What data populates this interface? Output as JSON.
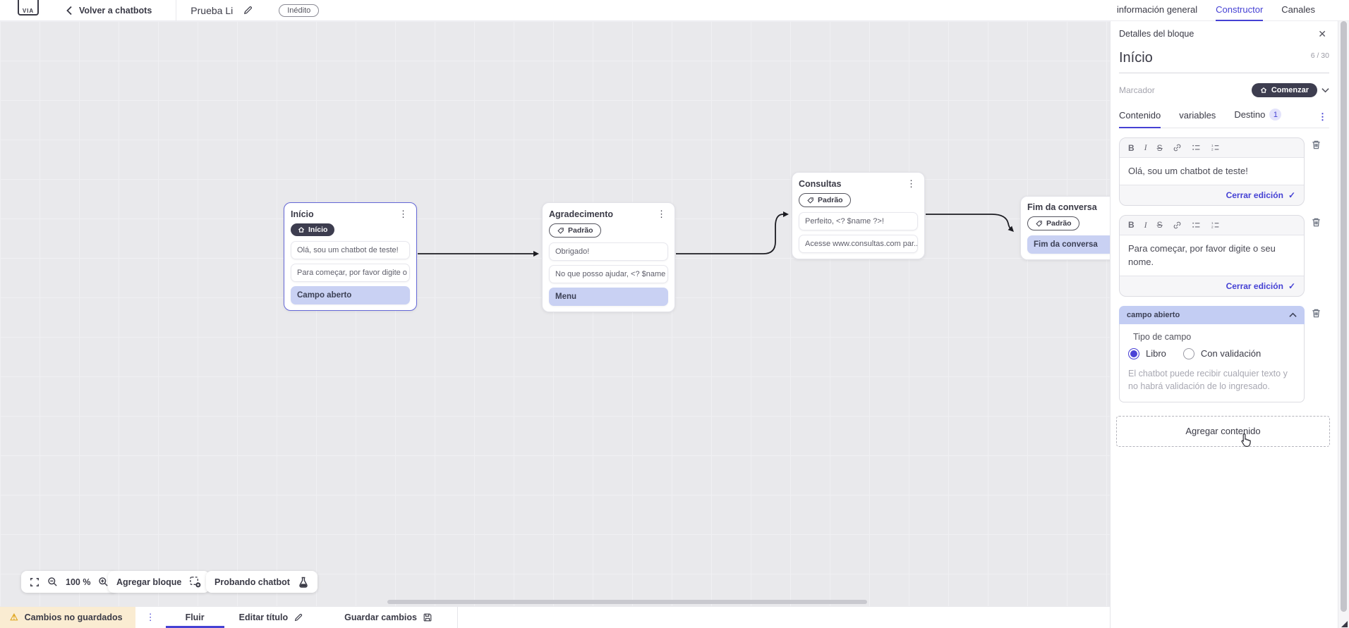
{
  "topbar": {
    "logo": "VIA",
    "back_label": "Volver a chatbots",
    "title": "Prueba Li",
    "status_badge": "Inédito",
    "tabs": [
      {
        "label": "información general"
      },
      {
        "label": "Constructor"
      },
      {
        "label": "Canales"
      }
    ]
  },
  "canvas": {
    "blocks": [
      {
        "title": "Início",
        "badge_label": "Início",
        "cards": [
          "Olá, sou um chatbot de teste!",
          "Para começar, por favor digite o ...",
          "Campo aberto"
        ]
      },
      {
        "title": "Agradecimento",
        "badge_label": "Padrão",
        "cards": [
          "Obrigado!",
          "No que posso ajudar, <? $name ...",
          "Menu"
        ]
      },
      {
        "title": "Consultas",
        "badge_label": "Padrão",
        "cards": [
          "Perfeito, <? $name ?>!",
          "Acesse www.consultas.com par..."
        ]
      },
      {
        "title": "Fim da conversa",
        "badge_label": "Padrão",
        "cards": [
          "Fim da conversa"
        ]
      }
    ],
    "toolbar": {
      "zoom_level": "100 %",
      "add_block_label": "Agregar bloque",
      "test_chatbot_label": "Probando chatbot"
    }
  },
  "panel": {
    "header": "Detalles del bloque",
    "block_name": "Início",
    "char_counter": "6 / 30",
    "marker_label": "Marcador",
    "marker_value": "Comenzar",
    "tabs": {
      "content": "Contenido",
      "variables": "variables",
      "destination": "Destino",
      "destination_count": "1"
    },
    "toolbar_icons": {
      "bold": "B",
      "italic": "I",
      "strike": "S"
    },
    "editors": [
      {
        "text": "Olá, sou um chatbot de teste!",
        "close_label": "Cerrar edición"
      },
      {
        "text": "Para começar, por favor digite o seu nome.",
        "close_label": "Cerrar edición"
      }
    ],
    "open_field": {
      "header": "campo abierto",
      "type_label": "Tipo de campo",
      "option_free": "Libro",
      "option_validated": "Con validación",
      "helper": "El chatbot puede recibir cualquier texto y no habrá validación de lo ingresado."
    },
    "add_content_label": "Agregar contenido"
  },
  "bottombar": {
    "unsaved_label": "Cambios no guardados",
    "flow_tab": "Fluir",
    "edit_title_label": "Editar título",
    "save_label": "Guardar cambios"
  },
  "colors": {
    "accent": "#4541d4",
    "dark_pill": "#3d3d4f",
    "purple_card": "#c9d1f3",
    "warning_bg": "#faecd2"
  }
}
